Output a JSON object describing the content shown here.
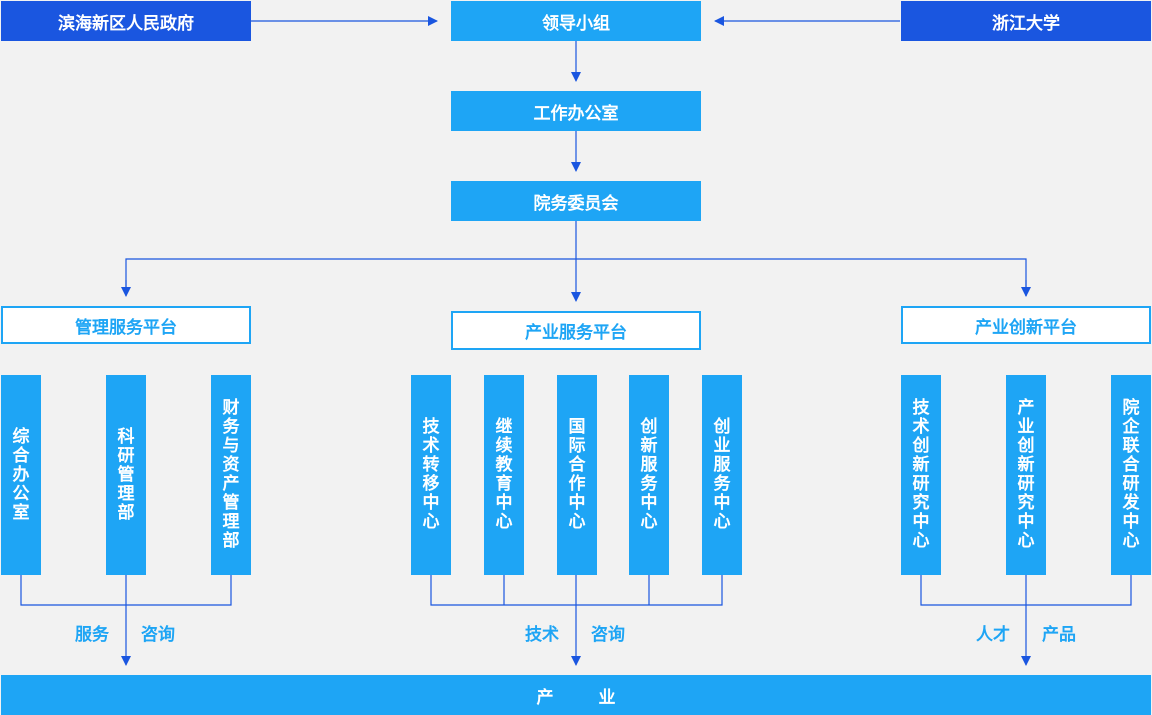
{
  "top": {
    "left": "滨海新区人民政府",
    "center": "领导小组",
    "right": "浙江大学"
  },
  "office": "工作办公室",
  "committee": "院务委员会",
  "platforms": [
    {
      "title": "管理服务平台",
      "units": [
        "综合办公室",
        "科研管理部",
        "财务与资产管理部"
      ],
      "labels": [
        "服务",
        "咨询"
      ]
    },
    {
      "title": "产业服务平台",
      "units": [
        "技术转移中心",
        "继续教育中心",
        "国际合作中心",
        "创新服务中心",
        "创业服务中心"
      ],
      "labels": [
        "技术",
        "咨询"
      ]
    },
    {
      "title": "产业创新平台",
      "units": [
        "技术创新研究中心",
        "产业创新研究中心",
        "院企联合研发中心"
      ],
      "labels": [
        "人才",
        "产品"
      ]
    }
  ],
  "industry": [
    "产",
    "业"
  ],
  "colors": {
    "dark_blue": "#1a56e0",
    "light_blue": "#1ea5f5",
    "line_blue": "#1a56e0"
  }
}
